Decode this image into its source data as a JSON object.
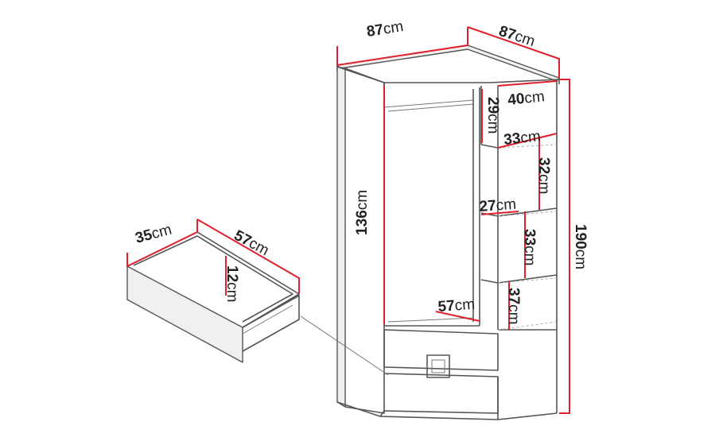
{
  "colors": {
    "dimension_line": "#e0202c",
    "outline": "#555555",
    "text": "#222222"
  },
  "dimensions": {
    "top_left_width": {
      "value": "87",
      "unit": "cm"
    },
    "top_right_width": {
      "value": "87",
      "unit": "cm"
    },
    "shelf_depth": {
      "value": "40",
      "unit": "cm"
    },
    "top_shelf_gap": {
      "value": "29",
      "unit": "cm"
    },
    "mid_shelf_depth": {
      "value": "33",
      "unit": "cm"
    },
    "shelf_gap_upper": {
      "value": "32",
      "unit": "cm"
    },
    "inner_shelf_width": {
      "value": "27",
      "unit": "cm"
    },
    "shelf_gap_middle": {
      "value": "33",
      "unit": "cm"
    },
    "shelf_gap_lower": {
      "value": "37",
      "unit": "cm"
    },
    "hanging_height": {
      "value": "136",
      "unit": "cm"
    },
    "total_height": {
      "value": "190",
      "unit": "cm"
    },
    "bottom_width": {
      "value": "57",
      "unit": "cm"
    },
    "drawer_depth": {
      "value": "35",
      "unit": "cm"
    },
    "drawer_width": {
      "value": "57",
      "unit": "cm"
    },
    "drawer_height": {
      "value": "12",
      "unit": "cm"
    }
  }
}
